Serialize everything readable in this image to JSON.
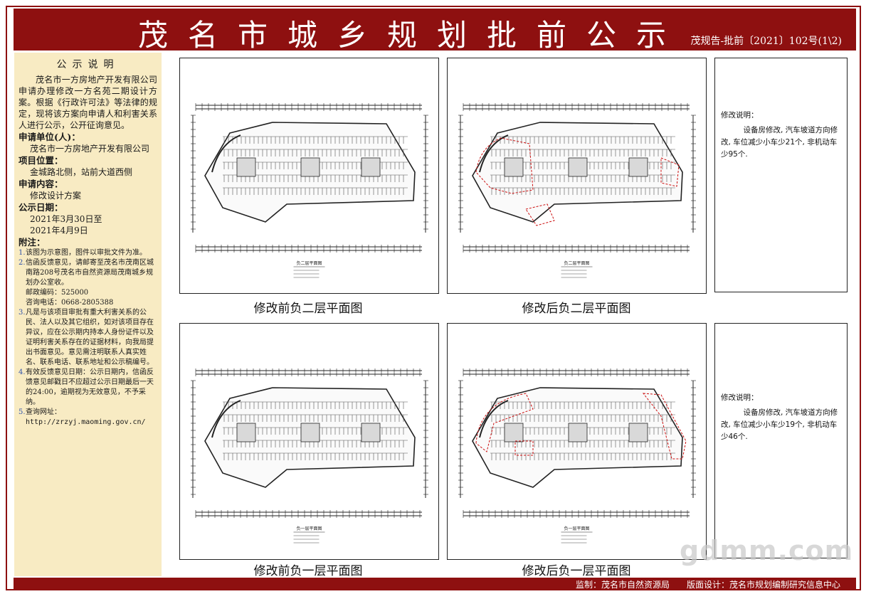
{
  "header": {
    "title": "茂名市城乡规划批前公示",
    "doc_number": "茂规告-批前〔2021〕102号(1\\2)"
  },
  "sidebar": {
    "title": "公示说明",
    "intro": "茂名市一方房地产开发有限公司申请办理修改一方名苑二期设计方案。根据《行政许可法》等法律的规定，现将该方案向申请人和利害关系人进行公示，公开征询意见。",
    "applicant_label": "申请单位(人)：",
    "applicant": "茂名市一方房地产开发有限公司",
    "location_label": "项目位置：",
    "location": "金城路北侧，站前大道西侧",
    "content_label": "申请内容：",
    "content": "修改设计方案",
    "date_label": "公示日期：",
    "date_start": "2021年3月30日至",
    "date_end": "2021年4月9日",
    "notes_label": "附注：",
    "notes": [
      {
        "num": "1.",
        "text": "该图为示意图，图件以审批文件为准。"
      },
      {
        "num": "2.",
        "text": "信函反馈意见，请邮寄至茂名市茂南区城南路208号茂名市自然资源局茂南城乡规划办公室收。"
      },
      {
        "num": "",
        "text": "邮政编码：525000"
      },
      {
        "num": "",
        "text": "咨询电话：0668-2805388"
      },
      {
        "num": "3.",
        "text": "凡是与该项目审批有重大利害关系的公民、法人以及其它组织，如对该项目存在异议，应在公示期内持本人身份证件以及证明利害关系存在的证据材料，向我局提出书面意见。意见需注明联系人真实姓名、联系电话、联系地址和公示稿编号。"
      },
      {
        "num": "4.",
        "text": "有效反馈意见日期：公示日期内，信函反馈意见邮戳日不应超过公示日期最后一天的24:00，逾期视为无效意见，不予采纳。"
      },
      {
        "num": "5.",
        "text": "查询网址："
      }
    ],
    "url": "http://zrzyj.maoming.gov.cn/"
  },
  "drawings": {
    "before_b2": "修改前负二层平面图",
    "after_b2": "修改后负二层平面图",
    "before_b1": "修改前负一层平面图",
    "after_b1": "修改后负一层平面图"
  },
  "plan_labels": {
    "b2": "负二层平面图",
    "b1": "负一层平面图"
  },
  "notes_b2": {
    "title": "修改说明：",
    "body": "设备房修改, 汽车坡道方向修改, 车位减少小车少21个, 非机动车少95个."
  },
  "notes_b1": {
    "title": "修改说明：",
    "body": "设备房修改, 汽车坡道方向修改, 车位减少小车少19个, 非机动车少46个."
  },
  "footer": {
    "credits": "监制：茂名市自然资源局　　版面设计：茂名市规划编制研究信息中心"
  },
  "watermark": "gdmm.com",
  "colors": {
    "banner": "#8e1010",
    "sidebar_bg": "#f8ebc3",
    "revision_cloud": "#cc1111"
  }
}
